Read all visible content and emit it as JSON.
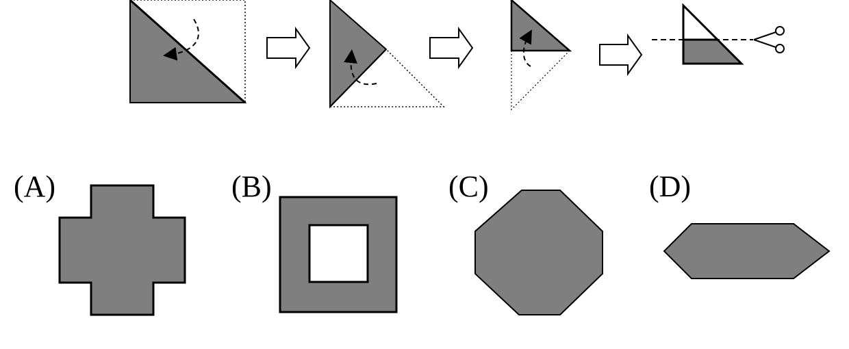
{
  "colors": {
    "fill": "#7f7f7f",
    "stroke": "#000000",
    "background": "#ffffff",
    "arrow_fill": "#ffffff"
  },
  "fold_steps": [
    {
      "name": "fold-step-1"
    },
    {
      "name": "fold-step-2"
    },
    {
      "name": "fold-step-3"
    },
    {
      "name": "cut-step"
    }
  ],
  "icons": {
    "step_arrow": "right-arrow-icon",
    "scissors": "scissors-icon"
  },
  "options": [
    {
      "label": "(A)",
      "shape": "cross"
    },
    {
      "label": "(B)",
      "shape": "square-with-hole"
    },
    {
      "label": "(C)",
      "shape": "octagon"
    },
    {
      "label": "(D)",
      "shape": "elongated-hexagon"
    }
  ]
}
